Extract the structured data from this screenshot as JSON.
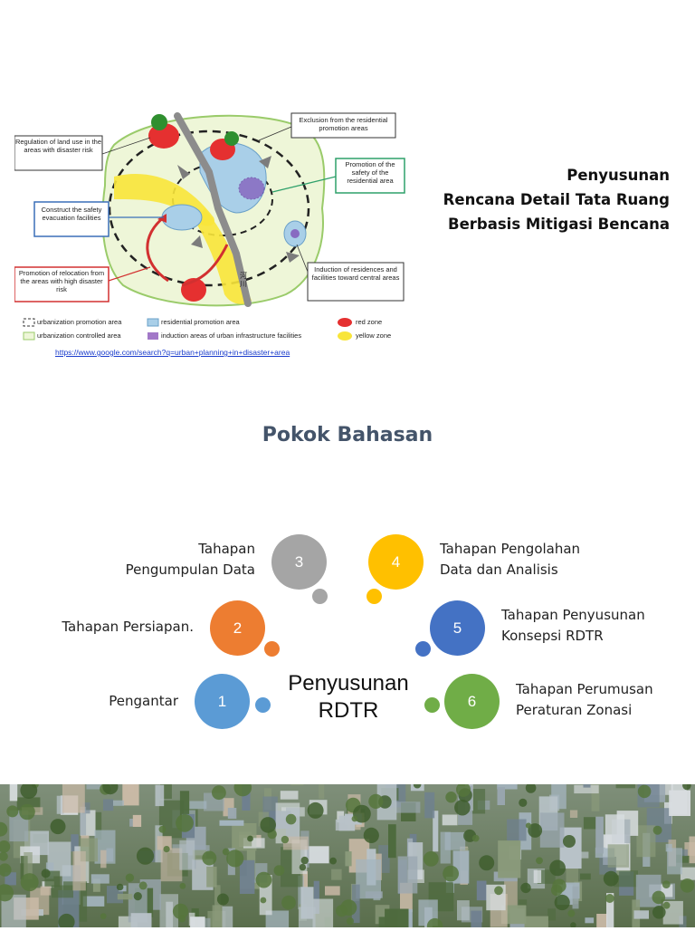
{
  "diagram": {
    "callouts": {
      "exclusion": "Exclusion from the residential promotion areas",
      "regulation": "Regulation of land use in the areas with disaster risk",
      "promotion_safety": "Promotion of the safety of the residential area",
      "evacuation": "Construct the safety evacuation facilities",
      "relocation": "Promotion of relocation from the areas with high disaster risk",
      "induction": "Induction of residences and facilities toward central areas"
    },
    "river_label": "河川",
    "legend": [
      {
        "label": "urbanization promotion area",
        "symbol": "dashed-box"
      },
      {
        "label": "residential promotion area",
        "symbol": "blue-box"
      },
      {
        "label": "red zone",
        "symbol": "red-oval"
      },
      {
        "label": "urbanization controlled area",
        "symbol": "green-box"
      },
      {
        "label": "induction areas of urban infrastructure facilities",
        "symbol": "purple-box"
      },
      {
        "label": "yellow zone",
        "symbol": "yellow-oval"
      }
    ],
    "source_url": "https://www.google.com/search?q=urban+planning+in+disaster+area"
  },
  "title": {
    "line1": "Penyusunan",
    "line2": "Rencana Detail Tata Ruang",
    "line3": "Berbasis Mitigasi Bencana"
  },
  "section_title": "Pokok Bahasan",
  "center_label": {
    "line1": "Penyusunan",
    "line2": "RDTR"
  },
  "topics": [
    {
      "number": "1",
      "line1": "Pengantar",
      "line2": "",
      "color": "#5b9bd5"
    },
    {
      "number": "2",
      "line1": "Tahapan Persiapan.",
      "line2": "",
      "color": "#ed7d31"
    },
    {
      "number": "3",
      "line1": "Tahapan",
      "line2": "Pengumpulan Data",
      "color": "#a5a5a5"
    },
    {
      "number": "4",
      "line1": "Tahapan Pengolahan",
      "line2": "Data dan Analisis",
      "color": "#ffc000"
    },
    {
      "number": "5",
      "line1": "Tahapan Penyusunan",
      "line2": "Konsepsi RDTR",
      "color": "#4472c4"
    },
    {
      "number": "6",
      "line1": "Tahapan Perumusan",
      "line2": "Peraturan Zonasi",
      "color": "#70ad47"
    }
  ],
  "colors": {
    "section_title": "#44546a",
    "link": "#1a3ccc"
  }
}
